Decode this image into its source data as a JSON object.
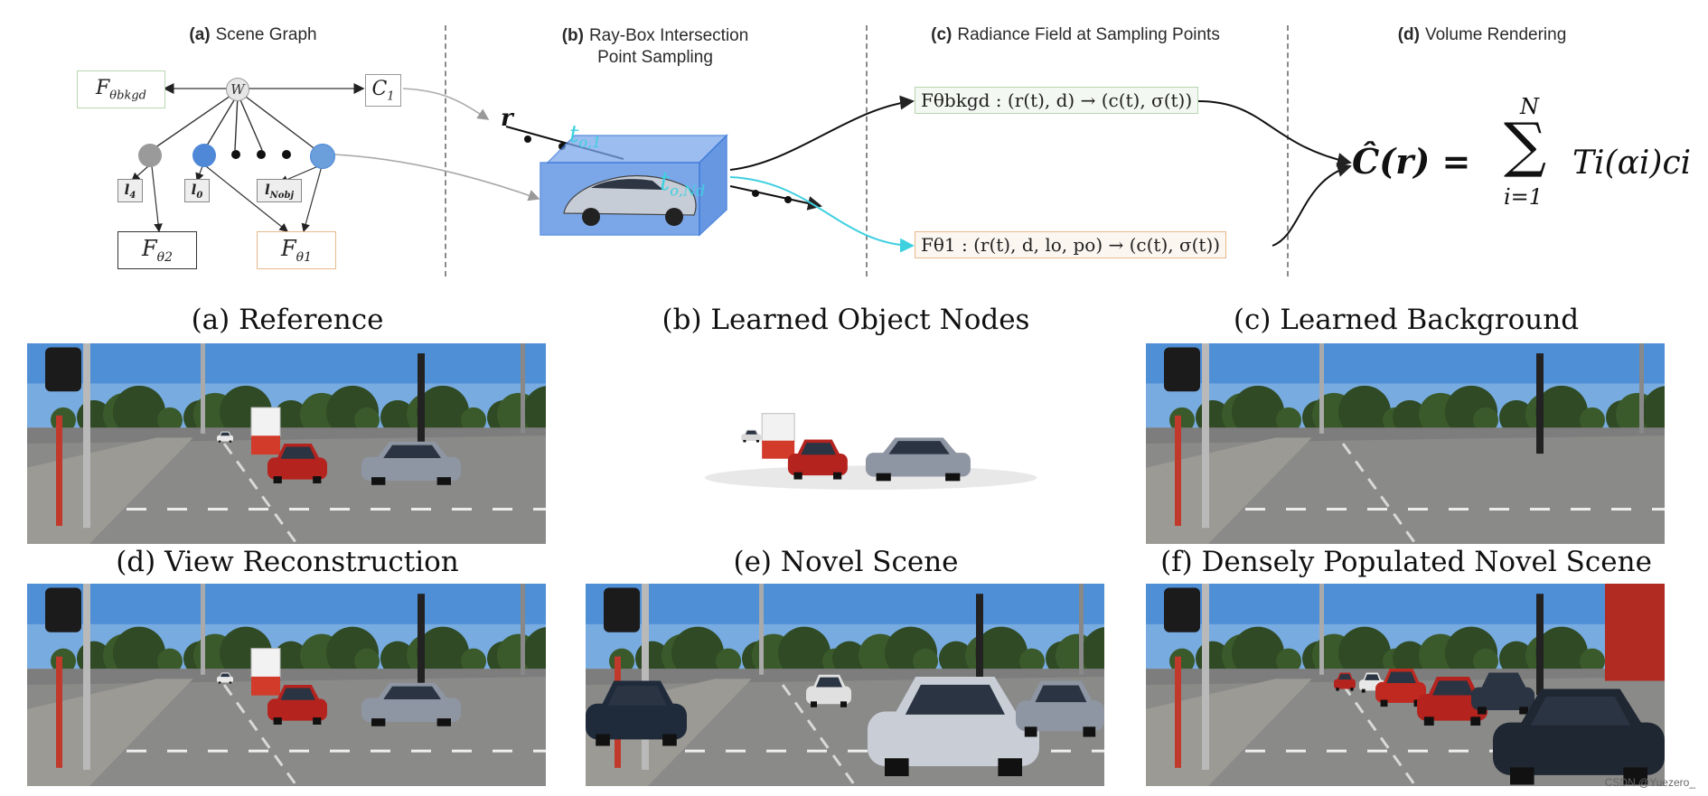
{
  "colors": {
    "orange_box": "#e8b98a",
    "green_box": "#b9d6b0",
    "blue_node": "#4f88d6",
    "grey_node": "#9a9a9a",
    "cyan_ray": "#3fd0e0",
    "cube_blue": "#3a78d8",
    "divider": "#8a8a8a"
  },
  "diagram": {
    "sections": [
      {
        "letter": "(a)",
        "title": "Scene Graph"
      },
      {
        "letter": "(b)",
        "title": "Ray-Box Intersection",
        "title2": "Point Sampling"
      },
      {
        "letter": "(c)",
        "title": "Radiance Field at Sampling Points"
      },
      {
        "letter": "(d)",
        "title": "Volume Rendering"
      }
    ],
    "scene_graph": {
      "bg_node": "F",
      "bg_sub": "θbkgd",
      "root": "W",
      "camera": "C",
      "camera_sub": "1",
      "l4": "l",
      "l4_sub": "4",
      "l0": "l",
      "l0_sub": "0",
      "lN": "l",
      "lN_sub": "Nobj",
      "f2": "F",
      "f2_sub": "θ2",
      "f1": "F",
      "f1_sub": "θ1"
    },
    "sampling": {
      "ray": "r",
      "t1": "t",
      "t1_sub": "o,1",
      "tN": "t",
      "tN_sub": "o,Nd",
      "icons": [
        "car-icon",
        "bounding-cube-icon"
      ]
    },
    "radiance": {
      "bkgd_eq": "Fθbkgd : (r(t), d) → (c(t), σ(t))",
      "obj_eq": "Fθ1 : (r(t), d, lo, po) → (c(t), σ(t))"
    },
    "volume_rendering": {
      "lhs": "Ĉ(r) =",
      "sum_top": "N",
      "sum_bottom": "i=1",
      "rhs": "Ti(αi)ci"
    }
  },
  "panels": [
    {
      "caption": "(a) Reference",
      "scene": "reference"
    },
    {
      "caption": "(b) Learned Object Nodes",
      "scene": "objects-only"
    },
    {
      "caption": "(c) Learned Background",
      "scene": "background"
    },
    {
      "caption": "(d) View Reconstruction",
      "scene": "reference"
    },
    {
      "caption": "(e) Novel Scene",
      "scene": "novel"
    },
    {
      "caption": "(f) Densely Populated Novel Scene",
      "scene": "dense"
    }
  ],
  "watermark": "CSDN @Yuezero_"
}
